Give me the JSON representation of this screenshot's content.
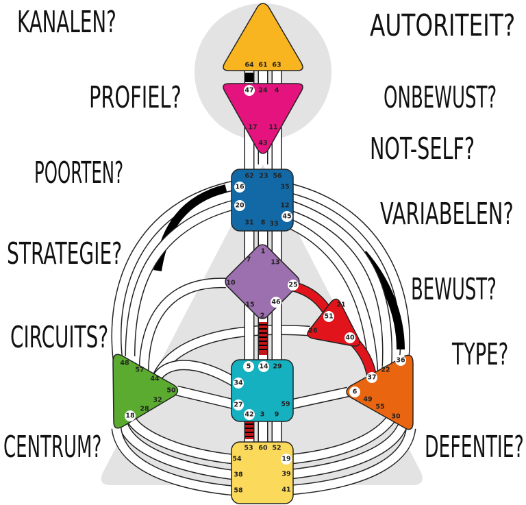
{
  "questions_left": [
    "KANALEN?",
    "PROFIEL?",
    "POORTEN?",
    "STRATEGIE?",
    "CIRCUITS?",
    "CENTRUM?"
  ],
  "questions_right": [
    "AUTORITEIT?",
    "ONBEWUST?",
    "NOT-SELF?",
    "VARIABELEN?",
    "BEWUST?",
    "TYPE?",
    "DEFENTIE?"
  ],
  "colors": {
    "head": "#f9b520",
    "ajna": "#e5137e",
    "throat": "#1369a6",
    "g": "#9c6fae",
    "ego": "#e1141c",
    "sacral": "#15b1c1",
    "root": "#fbd95a",
    "spleen": "#5aab2f",
    "solar": "#ea650f",
    "background": "#e3e3e3"
  },
  "centers": {
    "head": {
      "gates": [
        {
          "n": "64"
        },
        {
          "n": "61"
        },
        {
          "n": "63"
        }
      ]
    },
    "ajna": {
      "gates": [
        {
          "n": "47",
          "active": true
        },
        {
          "n": "24"
        },
        {
          "n": "4"
        },
        {
          "n": "17"
        },
        {
          "n": "11"
        },
        {
          "n": "43"
        }
      ]
    },
    "throat": {
      "gates": [
        {
          "n": "62"
        },
        {
          "n": "23"
        },
        {
          "n": "56"
        },
        {
          "n": "16",
          "active": true
        },
        {
          "n": "35"
        },
        {
          "n": "20",
          "active": true
        },
        {
          "n": "12"
        },
        {
          "n": "31"
        },
        {
          "n": "8"
        },
        {
          "n": "33"
        },
        {
          "n": "45",
          "active": true
        }
      ]
    },
    "g": {
      "gates": [
        {
          "n": "1"
        },
        {
          "n": "7"
        },
        {
          "n": "13"
        },
        {
          "n": "10"
        },
        {
          "n": "25",
          "active": true
        },
        {
          "n": "15"
        },
        {
          "n": "46",
          "active": true
        },
        {
          "n": "2"
        }
      ]
    },
    "ego": {
      "gates": [
        {
          "n": "21"
        },
        {
          "n": "51",
          "active": true
        },
        {
          "n": "26"
        },
        {
          "n": "40",
          "active": true
        }
      ]
    },
    "sacral": {
      "gates": [
        {
          "n": "5",
          "active": true
        },
        {
          "n": "14",
          "active": true
        },
        {
          "n": "29"
        },
        {
          "n": "34",
          "active": true
        },
        {
          "n": "27",
          "active": true
        },
        {
          "n": "59"
        },
        {
          "n": "42",
          "active": true
        },
        {
          "n": "3"
        },
        {
          "n": "9"
        }
      ]
    },
    "root": {
      "gates": [
        {
          "n": "53"
        },
        {
          "n": "60"
        },
        {
          "n": "52"
        },
        {
          "n": "54"
        },
        {
          "n": "19",
          "active": true
        },
        {
          "n": "38"
        },
        {
          "n": "39"
        },
        {
          "n": "58"
        },
        {
          "n": "41"
        }
      ]
    },
    "spleen": {
      "gates": [
        {
          "n": "48"
        },
        {
          "n": "57"
        },
        {
          "n": "44"
        },
        {
          "n": "50"
        },
        {
          "n": "32"
        },
        {
          "n": "28"
        },
        {
          "n": "18",
          "active": true
        }
      ]
    },
    "solar": {
      "gates": [
        {
          "n": "36",
          "active": true
        },
        {
          "n": "22"
        },
        {
          "n": "37",
          "active": true
        },
        {
          "n": "6",
          "active": true
        },
        {
          "n": "49"
        },
        {
          "n": "55"
        },
        {
          "n": "30"
        }
      ]
    }
  }
}
